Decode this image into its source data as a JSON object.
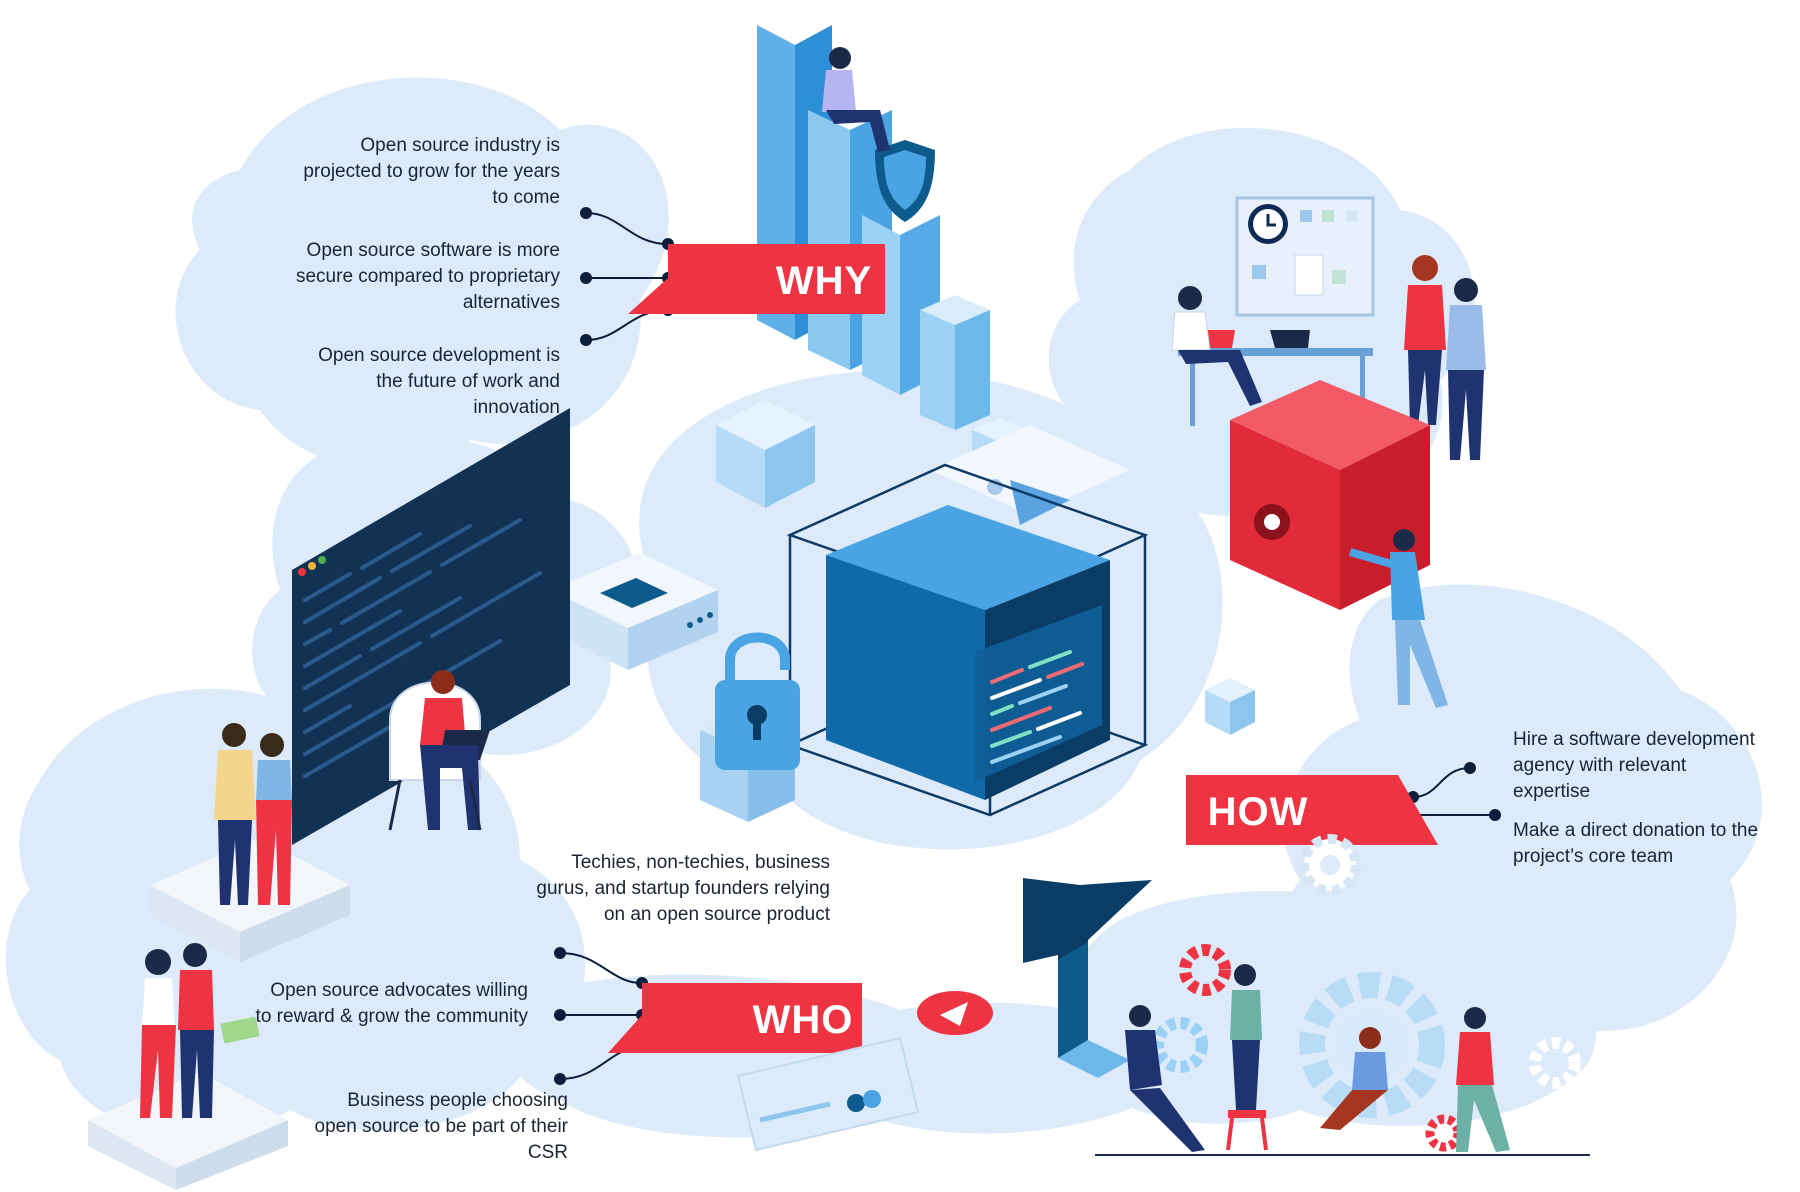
{
  "colors": {
    "red": "#ee3342",
    "navy": "#0b1f3a",
    "blob": "#dceafa",
    "steel": "#0d5a8c",
    "sky": "#5fb0e8"
  },
  "why": {
    "label": "WHY",
    "items": [
      "Open source industry is projected to grow for the years to come",
      "Open source software is more secure compared to proprietary alternatives",
      "Open source development is the future of work and innovation"
    ]
  },
  "how": {
    "label": "HOW",
    "items": [
      "Hire a software development agency with relevant expertise",
      "Make a direct donation to the project’s core team"
    ]
  },
  "who": {
    "label": "WHO",
    "items": [
      "Techies, non-techies, business gurus, and startup founders relying on an open source product",
      "Open source advocates willing to reward & grow the community",
      "Business people choosing open source to be part of their CSR"
    ]
  },
  "icons": [
    "shield-icon",
    "padlock-icon",
    "clock-icon",
    "gear-icon",
    "credit-card-icon",
    "arrow-up-icon",
    "play-icon",
    "code-window-icon",
    "server-cube-icon"
  ]
}
